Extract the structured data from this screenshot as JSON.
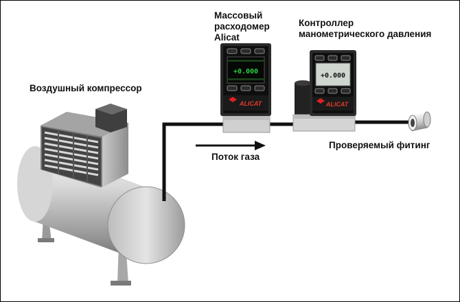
{
  "labels": {
    "compressor": "Воздушный компрессор",
    "flow_meter": [
      "Массовый",
      "расходомер",
      "Alicat"
    ],
    "pressure_controller": [
      "Контроллер",
      "манометрического давления"
    ],
    "gas_flow": "Поток газа",
    "fitting": "Проверяемый фитинг"
  },
  "devices": {
    "meter_display": "+0.000",
    "controller_display": "+0.000",
    "brand": "ALICAT",
    "display_color": "#2ecc40"
  }
}
